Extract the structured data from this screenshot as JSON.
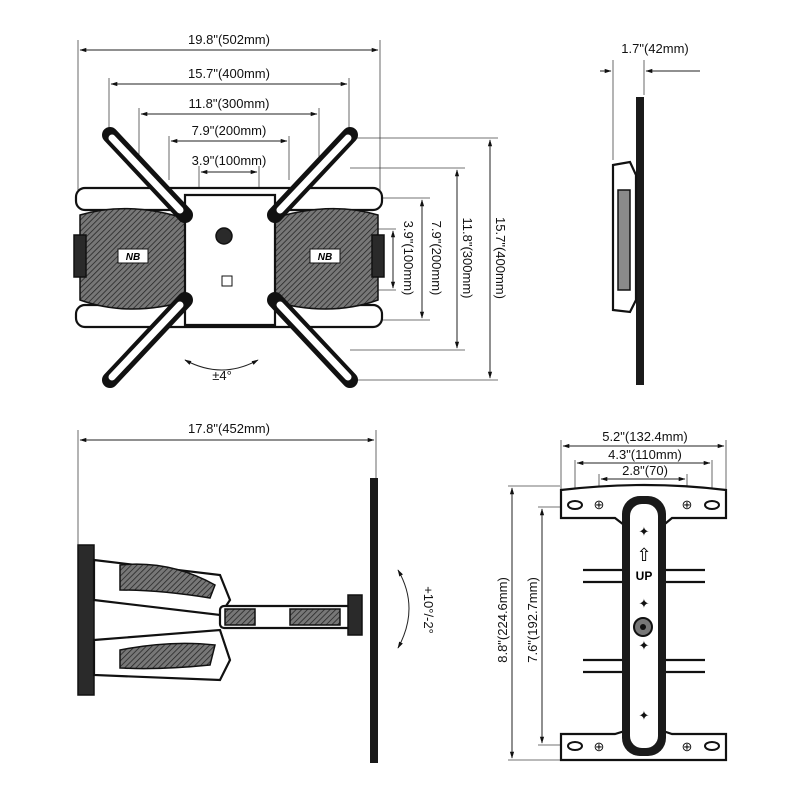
{
  "front_view": {
    "width_overall": "19.8\"(502mm)",
    "h_spacing_400": "15.7\"(400mm)",
    "h_spacing_300": "11.8\"(300mm)",
    "h_spacing_200": "7.9\"(200mm)",
    "h_spacing_100": "3.9\"(100mm)",
    "v_spacing_100": "3.9\"(100mm)",
    "v_spacing_200": "7.9\"(200mm)",
    "v_spacing_300": "11.8\"(300mm)",
    "v_spacing_400": "15.7\"(400mm)",
    "swivel": "±4°",
    "logo_text": "NB"
  },
  "side_view": {
    "depth_min": "1.7\"(42mm)"
  },
  "extended_view": {
    "extension": "17.8\"(452mm)",
    "tilt": "+10°/-2°"
  },
  "wall_plate": {
    "width_overall": "5.2\"(132.4mm)",
    "hole_spacing_outer": "4.3\"(110mm)",
    "hole_spacing_inner": "2.8\"(70)",
    "height_overall": "8.8\"(224.6mm)",
    "hole_spacing_vertical": "7.6\"(192.7mm)",
    "up_label": "UP"
  }
}
